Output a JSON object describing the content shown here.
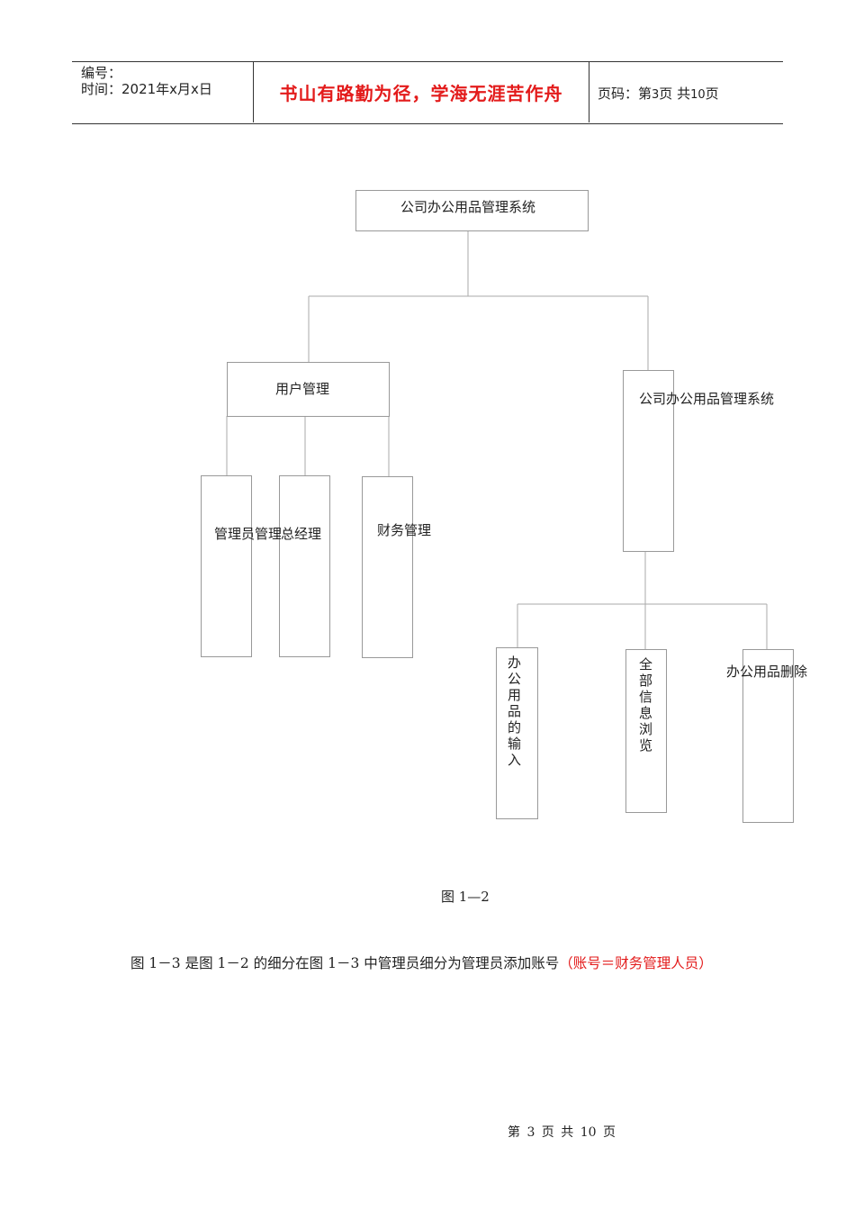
{
  "header": {
    "number_label": "编号：",
    "time_label": "时间：2021年x月x日",
    "motto": "书山有路勤为径，学海无涯苦作舟",
    "page_info_prefix": "页码：第",
    "page_current": "3",
    "page_mid": "页  共",
    "page_total": "10",
    "page_suffix": "页"
  },
  "diagram": {
    "root": "公司办公用品管理系统",
    "user_mgmt": "用户管理",
    "system_right": "公司办公用品管理系统",
    "admin_mgmt": "管理员管理",
    "gm": "总经理",
    "finance": "财务管理",
    "supplies_input": "办公用品的输入",
    "browse_all": "全部信息浏览",
    "supplies_delete": "办公用品删除"
  },
  "caption": "图 1—2",
  "paragraph": {
    "main": "图 1－3 是图 1－2 的细分在图 1－3 中管理员细分为管理员添加账号",
    "red": "（账号＝财务管理人员）"
  },
  "footer": "第 3 页 共 10 页"
}
